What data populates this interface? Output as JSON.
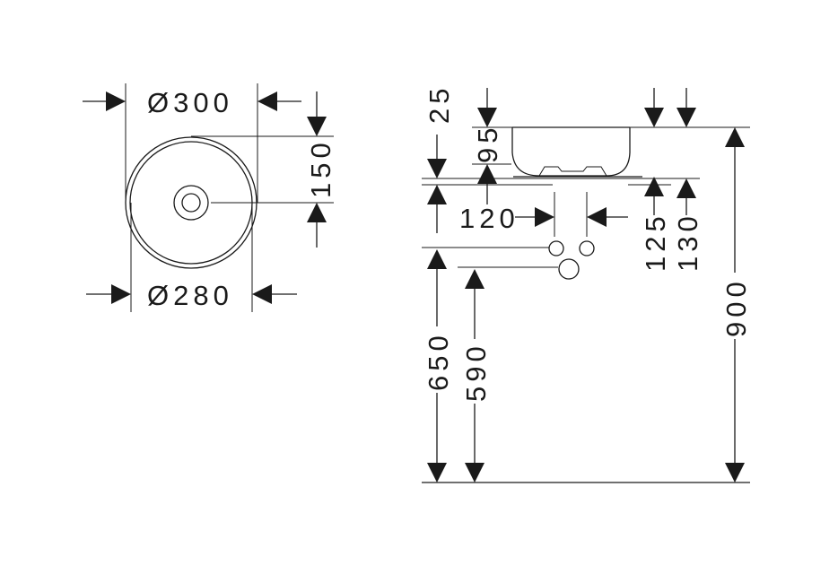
{
  "drawing": {
    "top_view": {
      "dim_outer_diameter": "Ø300",
      "dim_inner_diameter": "Ø280",
      "dim_center_offset": "150"
    },
    "side_view": {
      "dim_rim_top": "25",
      "dim_bowl_height": "95",
      "dim_drain_spacing": "120",
      "dim_supply_height": "125",
      "dim_supply_height_2": "130",
      "dim_total_height": "900",
      "dim_outlet_height_650": "650",
      "dim_outlet_height_590": "590"
    }
  }
}
